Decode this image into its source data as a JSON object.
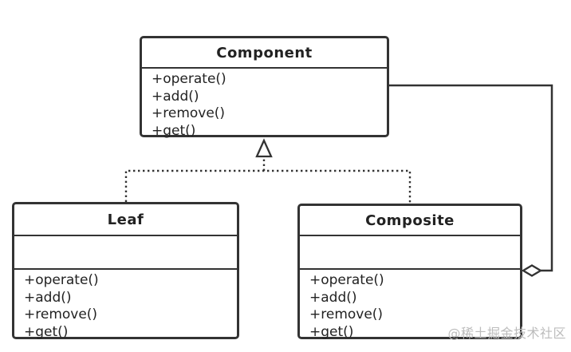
{
  "diagram": {
    "type": "uml-class-diagram",
    "classes": [
      {
        "name": "Component",
        "attributes": [],
        "methods": [
          "+operate()",
          "+add()",
          "+remove()",
          "+get()"
        ]
      },
      {
        "name": "Leaf",
        "attributes": [],
        "methods": [
          "+operate()",
          "+add()",
          "+remove()",
          "+get()"
        ]
      },
      {
        "name": "Composite",
        "attributes": [],
        "methods": [
          "+operate()",
          "+add()",
          "+remove()",
          "+get()"
        ]
      }
    ],
    "relationships": [
      {
        "type": "realization",
        "from": "Leaf",
        "to": "Component",
        "line": "dotted",
        "marker": "hollow-triangle"
      },
      {
        "type": "realization",
        "from": "Composite",
        "to": "Component",
        "line": "dotted",
        "marker": "hollow-triangle"
      },
      {
        "type": "aggregation",
        "from": "Composite",
        "to": "Component",
        "line": "solid",
        "marker": "hollow-diamond"
      }
    ],
    "watermark": "@稀土掘金技术社区",
    "colors": {
      "line": "#333333",
      "text": "#222222",
      "background": "#ffffff",
      "watermark": "#bcbcbc"
    }
  }
}
